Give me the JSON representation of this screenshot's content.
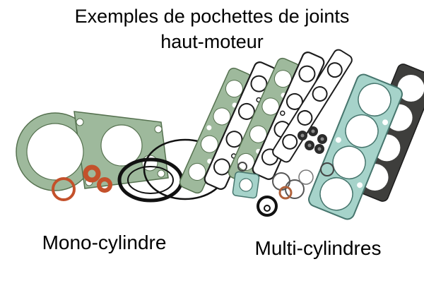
{
  "header": {
    "title_line1": "Exemples de pochettes de joints",
    "title_line2": "haut-moteur"
  },
  "captions": {
    "mono": "Mono-cylindre",
    "multi": "Multi-cylindres"
  },
  "colors": {
    "background": "#ffffff",
    "text": "#000000",
    "gasket_green": "#9eb99c",
    "gasket_teal": "#a6d3ca",
    "gasket_dark": "#3e3e3c",
    "oring_orange": "#c4512b",
    "outline_black": "#1c1c1c"
  }
}
